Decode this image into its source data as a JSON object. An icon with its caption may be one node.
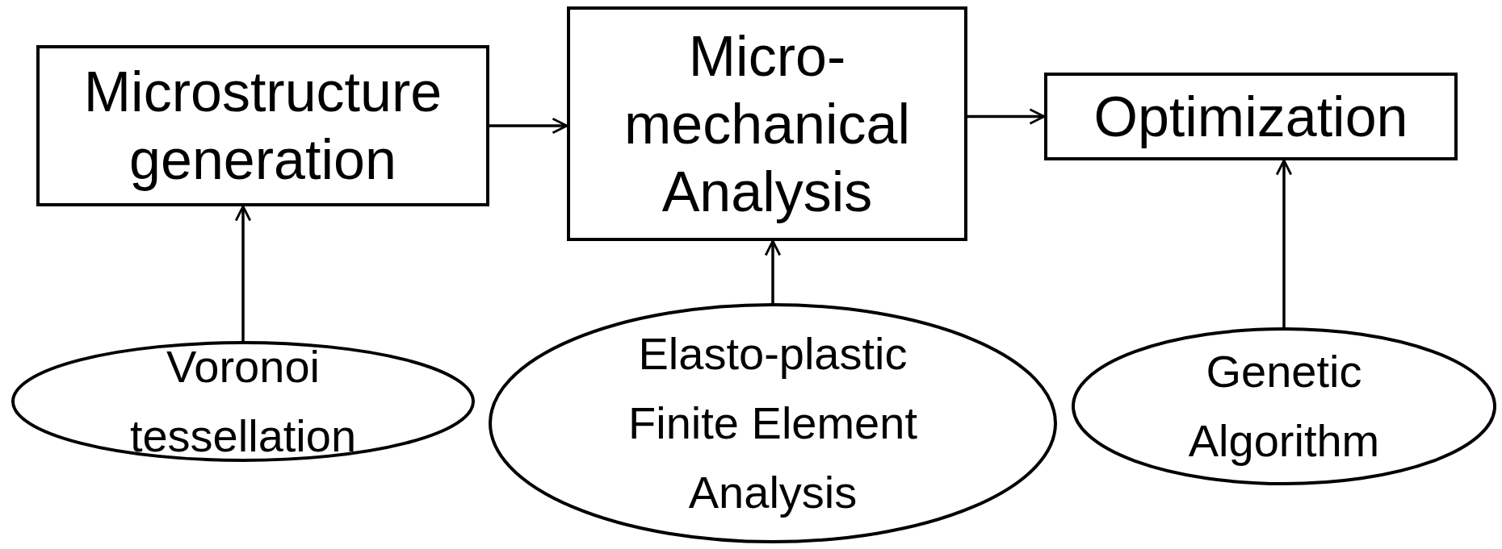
{
  "diagram": {
    "nodes": [
      {
        "text": [
          "Microstructure generation"
        ]
      },
      {
        "text": [
          "Micro-mechanical Analysis"
        ]
      },
      {
        "text": [
          "Optimization"
        ]
      },
      {
        "text": [
          "Voronoi tessellation"
        ]
      },
      {
        "text": [
          "Elasto-plastic Finite Element Analysis"
        ]
      },
      {
        "text": [
          "Genetic Algorithm"
        ]
      }
    ],
    "edges": [
      {
        "from": 3,
        "to": 0,
        "arrow": "to"
      },
      {
        "from": 0,
        "to": 1,
        "arrow": "to"
      },
      {
        "from": 4,
        "to": 1,
        "arrow": "to"
      },
      {
        "from": 1,
        "to": 2,
        "arrow": "to"
      },
      {
        "from": 5,
        "to": 2,
        "arrow": "to"
      }
    ]
  }
}
